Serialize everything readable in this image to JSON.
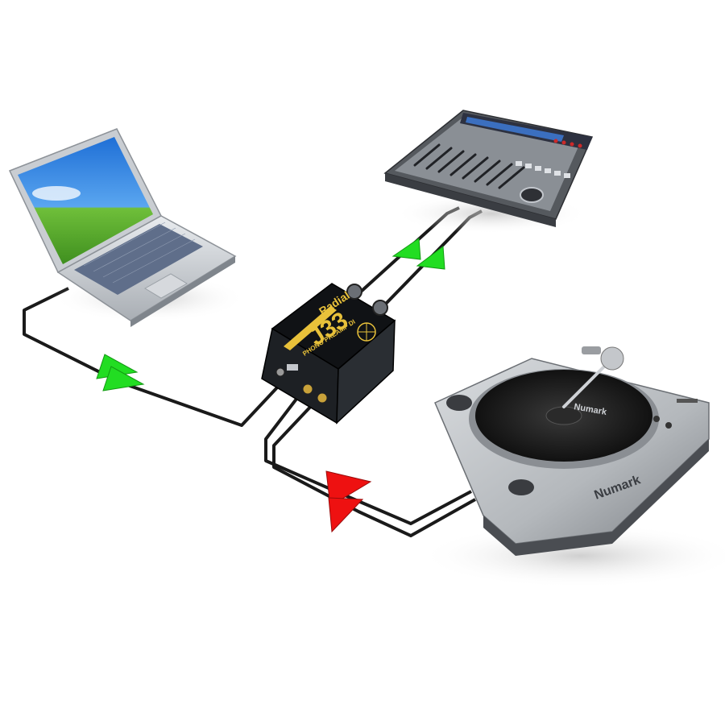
{
  "diagram": {
    "devices": [
      {
        "id": "laptop",
        "kind": "laptop-computer"
      },
      {
        "id": "mixer",
        "kind": "control-surface-mixer"
      },
      {
        "id": "preamp",
        "kind": "phono-preamp-di-box",
        "brand": "Radial",
        "model": "J33",
        "subtitle": "PHONO PREAMP DI"
      },
      {
        "id": "turntable",
        "kind": "turntable",
        "brand": "Numark"
      }
    ],
    "connections": [
      {
        "from": "preamp",
        "to": "laptop",
        "arrow_color": "#22dd22"
      },
      {
        "from": "preamp",
        "to": "mixer",
        "arrow_color": "#22dd22"
      },
      {
        "from": "turntable",
        "to": "preamp",
        "arrow_color": "#ee1111"
      }
    ],
    "labels": {
      "preamp_brand": "Radial",
      "preamp_model": "J33",
      "preamp_subtitle": "PHONO PREAMP DI",
      "turntable_brand_plate": "Numark",
      "turntable_brand_tonearm": "Numark"
    },
    "colors": {
      "signal_out": "#22dd22",
      "signal_in": "#ee1111",
      "cable": "#1a1a1a",
      "preamp_accent": "#e8c13a"
    }
  }
}
